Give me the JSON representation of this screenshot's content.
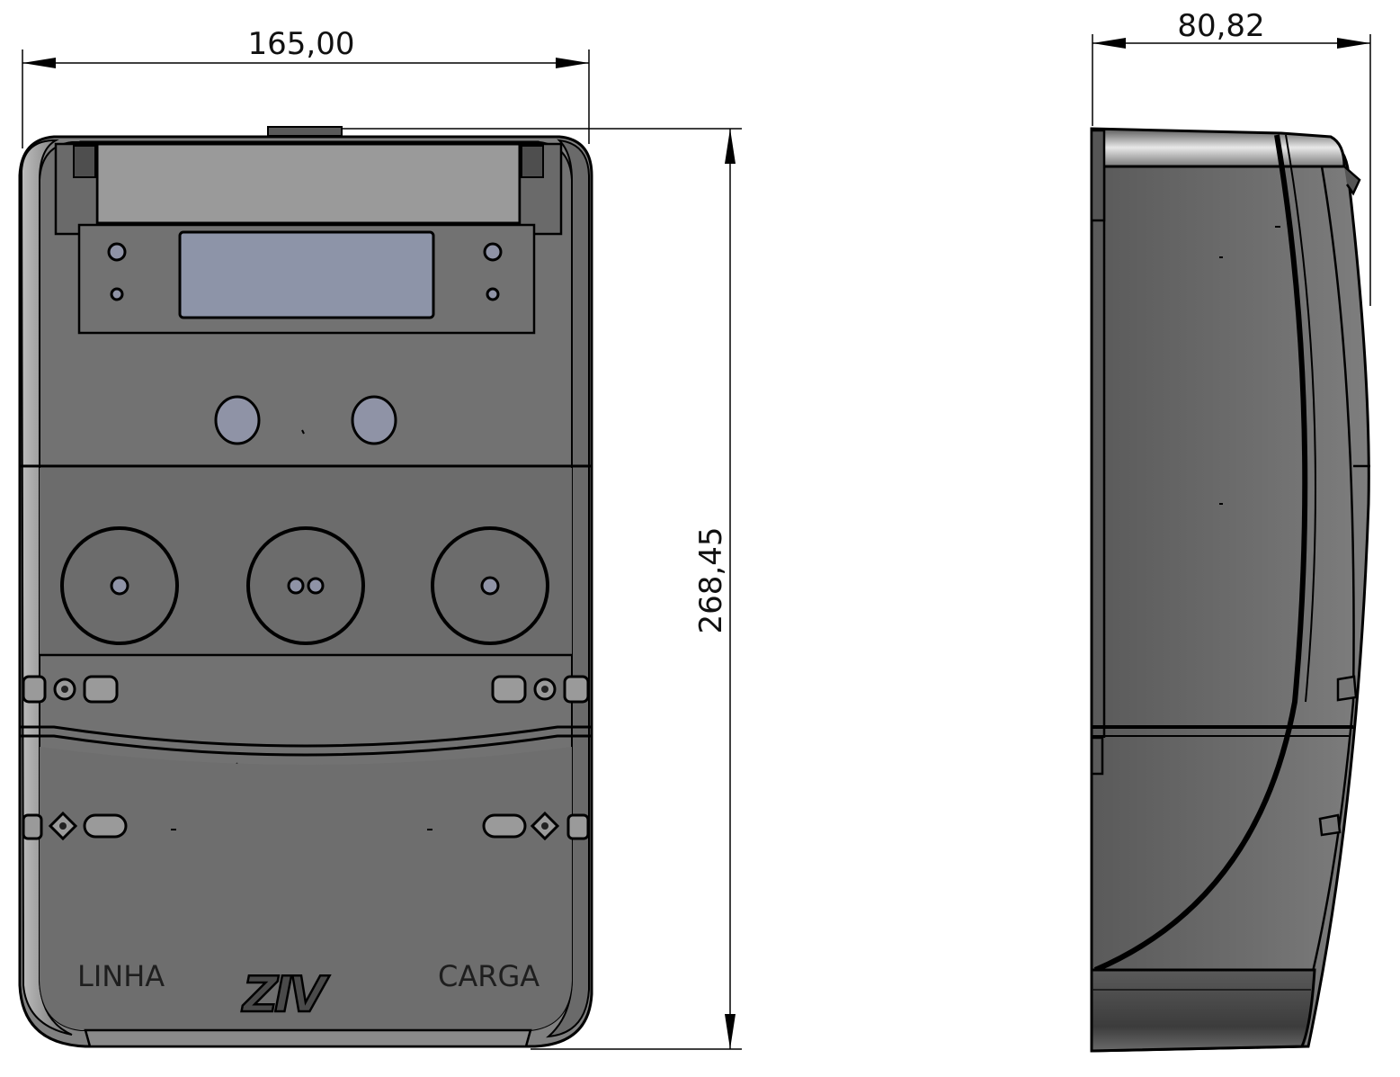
{
  "dimensions": {
    "front_width": "165,00",
    "front_height": "268,45",
    "side_depth": "80,82"
  },
  "front_labels": {
    "left_terminal": "LINHA",
    "right_terminal": "CARGA",
    "logo": "ZIV"
  },
  "colors": {
    "body": "#6e6e6e",
    "body_dark": "#555555",
    "display": "#8d94a8",
    "button": "#8f93a6",
    "outline": "#000000",
    "highlight": "#d8d8d8"
  }
}
